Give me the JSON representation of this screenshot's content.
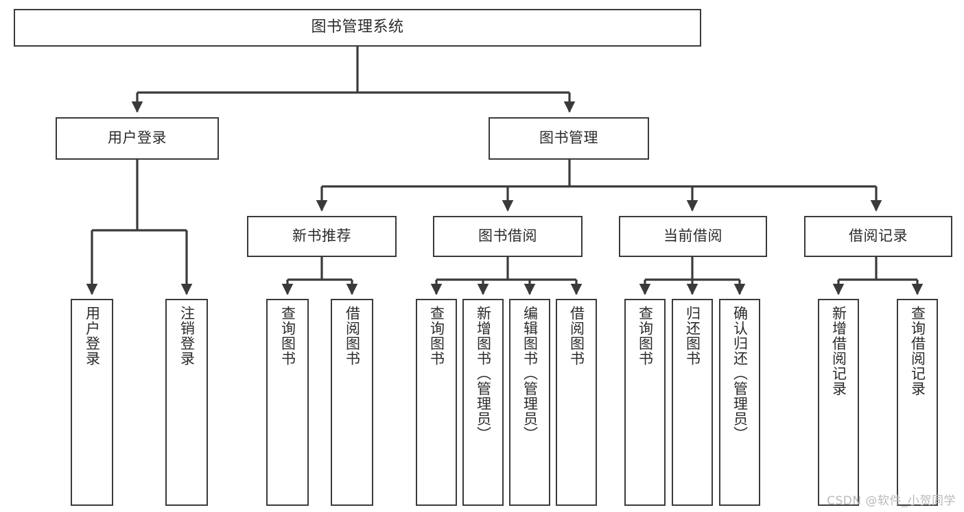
{
  "diagram": {
    "title": "图书管理系统",
    "type": "function-structure-tree",
    "watermark": "CSDN @软件_小贺同学",
    "colors": {
      "box_border": "#3a3a3a",
      "box_fill": "#ffffff",
      "connector": "#3a3a3a",
      "text": "#2b2b2b",
      "watermark": "#b9b9b9",
      "background": "#ffffff"
    },
    "levels": {
      "root": "图书管理系统",
      "level2": [
        "用户登录",
        "图书管理"
      ],
      "level3": [
        "新书推荐",
        "图书借阅",
        "当前借阅",
        "借阅记录"
      ]
    },
    "nodes": {
      "root": {
        "label": "图书管理系统"
      },
      "user_login": {
        "label": "用户登录"
      },
      "book_manage": {
        "label": "图书管理"
      },
      "new_book_rec": {
        "label": "新书推荐"
      },
      "book_borrow": {
        "label": "图书借阅"
      },
      "current_borrow": {
        "label": "当前借阅"
      },
      "borrow_record": {
        "label": "借阅记录"
      },
      "leaf_user_login": {
        "label": "用户登录"
      },
      "leaf_user_logout": {
        "label": "注销登录"
      },
      "leaf_rec_query": {
        "label": "查询图书"
      },
      "leaf_rec_borrow": {
        "label": "借阅图书"
      },
      "leaf_bb_query": {
        "label": "查询图书"
      },
      "leaf_bb_add": {
        "label": "新增图书（管理员）"
      },
      "leaf_bb_edit": {
        "label": "编辑图书（管理员）"
      },
      "leaf_bb_borrow": {
        "label": "借阅图书"
      },
      "leaf_cb_query": {
        "label": "查询图书"
      },
      "leaf_cb_return": {
        "label": "归还图书"
      },
      "leaf_cb_confirm": {
        "label": "确认归还（管理员）"
      },
      "leaf_br_add": {
        "label": "新增借阅记录"
      },
      "leaf_br_query": {
        "label": "查询借阅记录"
      }
    },
    "edges": [
      {
        "from": "root",
        "to": "user_login"
      },
      {
        "from": "root",
        "to": "book_manage"
      },
      {
        "from": "user_login",
        "to": "leaf_user_login"
      },
      {
        "from": "user_login",
        "to": "leaf_user_logout"
      },
      {
        "from": "book_manage",
        "to": "new_book_rec"
      },
      {
        "from": "book_manage",
        "to": "book_borrow"
      },
      {
        "from": "book_manage",
        "to": "current_borrow"
      },
      {
        "from": "book_manage",
        "to": "borrow_record"
      },
      {
        "from": "new_book_rec",
        "to": "leaf_rec_query"
      },
      {
        "from": "new_book_rec",
        "to": "leaf_rec_borrow"
      },
      {
        "from": "book_borrow",
        "to": "leaf_bb_query"
      },
      {
        "from": "book_borrow",
        "to": "leaf_bb_add"
      },
      {
        "from": "book_borrow",
        "to": "leaf_bb_edit"
      },
      {
        "from": "book_borrow",
        "to": "leaf_bb_borrow"
      },
      {
        "from": "current_borrow",
        "to": "leaf_cb_query"
      },
      {
        "from": "current_borrow",
        "to": "leaf_cb_return"
      },
      {
        "from": "current_borrow",
        "to": "leaf_cb_confirm"
      },
      {
        "from": "borrow_record",
        "to": "leaf_br_add"
      },
      {
        "from": "borrow_record",
        "to": "leaf_br_query"
      }
    ]
  }
}
